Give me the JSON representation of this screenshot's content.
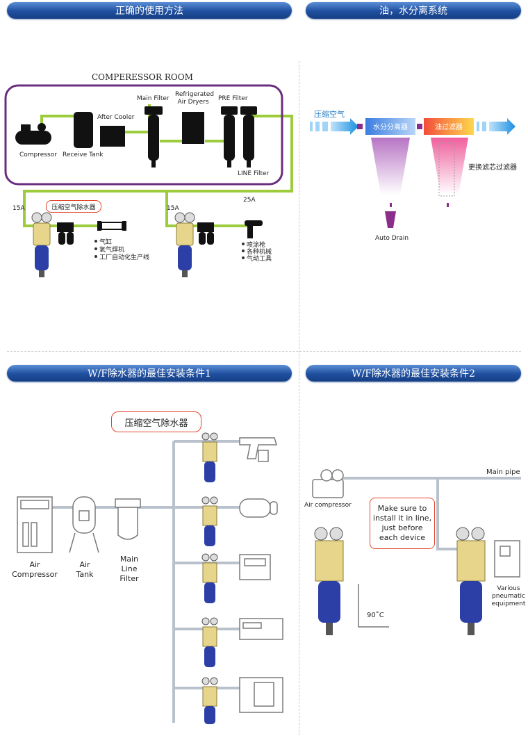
{
  "headers": {
    "h1": "正确的使用方法",
    "h2": "油，水分离系统",
    "h3": "W/F除水器的最佳安装条件1",
    "h4": "W/F除水器的最佳安装条件2"
  },
  "room": {
    "title": "COMPERESSOR ROOM",
    "compressor": "Compressor",
    "receive_tank": "Receive Tank",
    "after_cooler": "After Cooler",
    "main_filter": "Main Filter",
    "dryer1": "Refrigerated",
    "dryer2": "Air Dryers",
    "pre_filter": "PRE Filter",
    "line_filter": "LINE Filter"
  },
  "pipes": {
    "left_size": "15A",
    "mid_size": "15A",
    "main_size": "25A"
  },
  "separator_bubble": "压缩空气除水器",
  "left_list": [
    "气缸",
    "氧气焊机",
    "工厂自动化生产线"
  ],
  "right_list": [
    "喷涂枪",
    "各种机械",
    "气动工具"
  ],
  "system": {
    "input": "压缩空气",
    "water_sep": "水分分离器",
    "oil_filter": "油过滤器",
    "auto_drain": "Auto Drain",
    "replace": "更换滤芯过滤器"
  },
  "cond1": {
    "bubble": "压缩空气除水器",
    "air1": "Air",
    "air2": "Compressor",
    "tank1": "Air",
    "tank2": "Tank",
    "mf1": "Main",
    "mf2": "Line",
    "mf3": "Filter"
  },
  "cond2": {
    "main_pipe": "Main pipe",
    "air_comp": "Air compressor",
    "b1": "Make sure to",
    "b2": "install it in line,",
    "b3": "just before",
    "b4": "each device",
    "angle": "90˚C",
    "v1": "Various",
    "v2": "pneumatic",
    "v3": "equipment"
  },
  "colors": {
    "header": "#1f4f9e",
    "room_border": "#6a2e7e",
    "pipe": "#9ccc3c",
    "bubble": "#e0452a",
    "arrow": "#2aa0e8"
  }
}
